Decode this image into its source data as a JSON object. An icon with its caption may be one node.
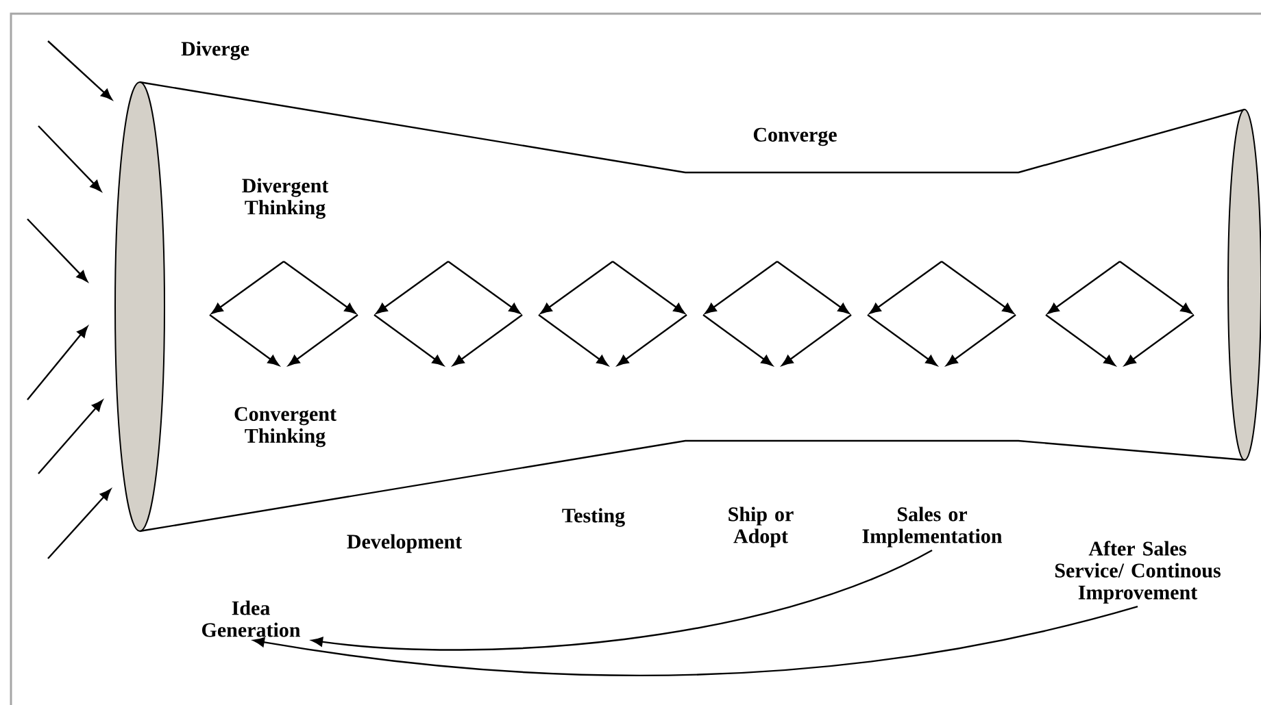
{
  "diagram": {
    "nodes": [
      {
        "text": [
          "Idea Generation"
        ]
      },
      {
        "text": [
          "Development"
        ]
      },
      {
        "text": [
          "Testing"
        ]
      },
      {
        "text": [
          "Ship or Adopt"
        ]
      },
      {
        "text": [
          "Sales or Implementation"
        ]
      },
      {
        "text": [
          "After Sales Service/ Continous Improvement"
        ]
      }
    ],
    "edges": [
      {
        "from": 4,
        "to": 0,
        "arrow": "to"
      },
      {
        "from": 5,
        "to": 0,
        "arrow": "to"
      }
    ],
    "labels": [
      "Diverge",
      "Converge",
      "Divergent Thinking",
      "Convergent Thinking"
    ]
  }
}
